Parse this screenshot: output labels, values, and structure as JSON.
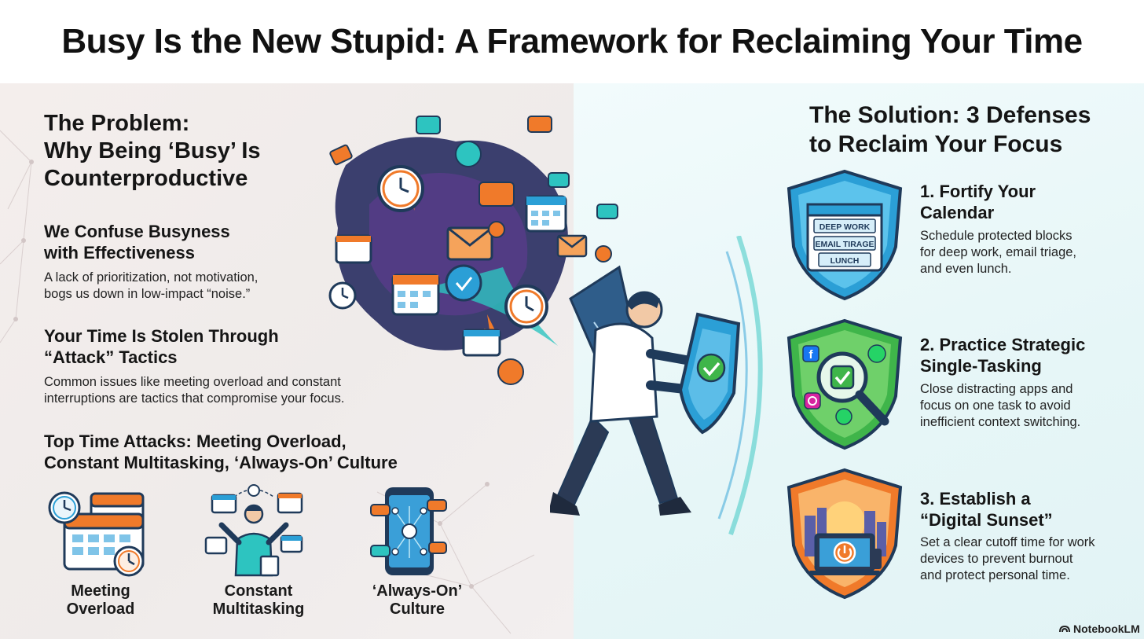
{
  "title": "Busy Is the New Stupid: A Framework for Reclaiming Your Time",
  "problem": {
    "title": "The Problem: Why Being ‘Busy’ Is Counterproductive",
    "title_lines": [
      "The Problem:",
      "Why Being ‘Busy’ Is",
      "Counterproductive"
    ],
    "points": [
      {
        "heading_lines": [
          "We Confuse Busyness",
          "with Effectiveness"
        ],
        "body_lines": [
          "A lack of prioritization, not motivation,",
          "bogs us down in low-impact “noise.”"
        ]
      },
      {
        "heading_lines": [
          "Your Time Is Stolen Through",
          "“Attack” Tactics"
        ],
        "body_lines": [
          "Common issues like meeting overload and constant",
          "interruptions are tactics that compromise your focus."
        ]
      },
      {
        "heading_lines": [
          "Top Time Attacks: Meeting Overload,",
          "Constant Multitasking, ‘Always-On’ Culture"
        ]
      }
    ],
    "attacks": [
      {
        "label_lines": [
          "Meeting",
          "Overload"
        ],
        "icon": "calendar-clock-icon"
      },
      {
        "label_lines": [
          "Constant",
          "Multitasking"
        ],
        "icon": "juggling-person-icon"
      },
      {
        "label_lines": [
          "‘Always-On’",
          "Culture"
        ],
        "icon": "smartphone-network-icon"
      }
    ]
  },
  "solution": {
    "title_lines": [
      "The Solution: 3 Defenses",
      "to Reclaim Your Focus"
    ],
    "defenses": [
      {
        "heading_lines": [
          "1. Fortify Your",
          "Calendar"
        ],
        "body_lines": [
          "Schedule protected blocks",
          "for deep work, email triage,",
          "and even lunch."
        ],
        "shield_color": "#2b9fd6",
        "shield_items": [
          "DEEP WORK",
          "EMAIL TIRAGE",
          "LUNCH"
        ]
      },
      {
        "heading_lines": [
          "2. Practice Strategic",
          "Single-Tasking"
        ],
        "body_lines": [
          "Close distracting apps and",
          "focus on one task to avoid",
          "inefficient context switching."
        ],
        "shield_color": "#3fb54a"
      },
      {
        "heading_lines": [
          "3. Establish a",
          "“Digital Sunset”"
        ],
        "body_lines": [
          "Set a clear cutoff time for work",
          "devices to prevent burnout",
          "and protect personal time."
        ],
        "shield_color": "#f07a2a"
      }
    ]
  },
  "brand": "NotebookLM",
  "colors": {
    "left_bg": "#efebea",
    "right_bg": "#e6f6f7",
    "blue": "#2b9fd6",
    "green": "#3fb54a",
    "orange": "#f07a2a",
    "navy": "#1f3a5a",
    "teal": "#2dc4c0"
  }
}
